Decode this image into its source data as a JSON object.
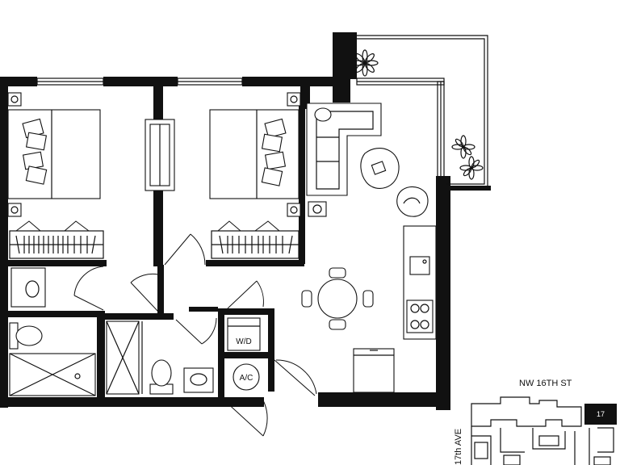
{
  "plan": {
    "labels": {
      "washer_dryer": "W/D",
      "air_conditioner": "A/C"
    }
  },
  "key_plan": {
    "street_top": "NW 16TH ST",
    "street_side": "17th AVE",
    "unit_number": "17"
  }
}
